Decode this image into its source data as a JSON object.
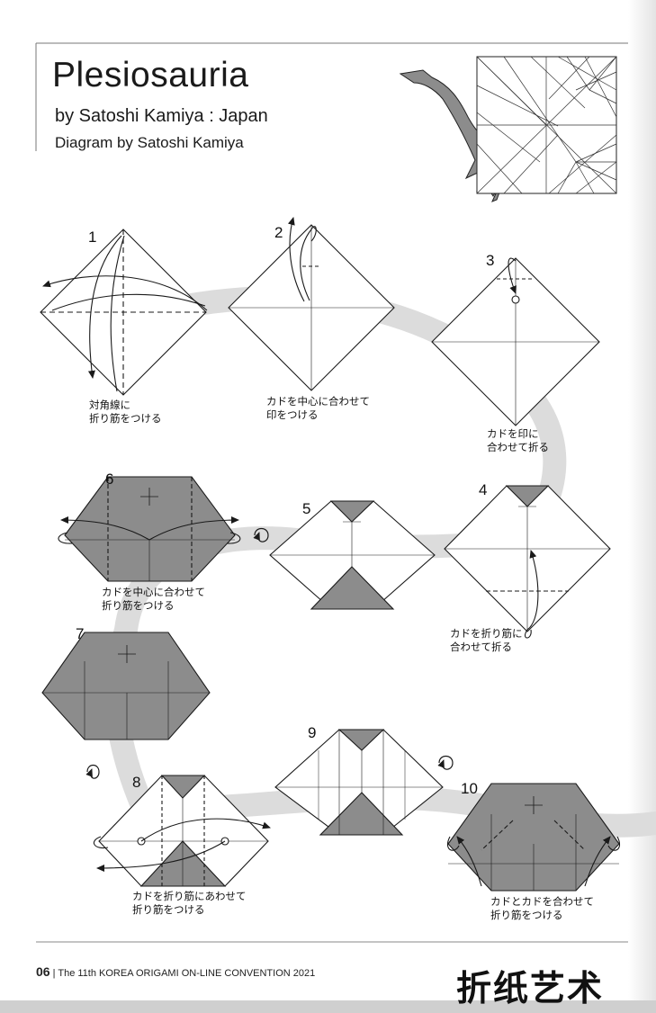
{
  "header": {
    "title": "Plesiosauria",
    "byline": "by Satoshi Kamiya : Japan",
    "credit": "Diagram by Satoshi Kamiya"
  },
  "steps": [
    {
      "number": "1",
      "text_lines": [
        "対角線に",
        "折り筋をつける"
      ]
    },
    {
      "number": "2",
      "text_lines": [
        "カドを中心に合わせて",
        "印をつける"
      ]
    },
    {
      "number": "3",
      "text_lines": [
        "カドを印に",
        "合わせて折る"
      ]
    },
    {
      "number": "4",
      "text_lines": [
        "カドを折り筋に",
        "合わせて折る"
      ]
    },
    {
      "number": "5",
      "text_lines": []
    },
    {
      "number": "6",
      "text_lines": [
        "カドを中心に合わせて",
        "折り筋をつける"
      ]
    },
    {
      "number": "7",
      "text_lines": []
    },
    {
      "number": "8",
      "text_lines": [
        "カドを折り筋にあわせて",
        "折り筋をつける"
      ]
    },
    {
      "number": "9",
      "text_lines": []
    },
    {
      "number": "10",
      "text_lines": [
        "カドとカドを合わせて",
        "折り筋をつける"
      ]
    }
  ],
  "footer": {
    "page_number": "06",
    "text": "| The 11th KOREA ORIGAMI ON-LINE CONVENTION 2021",
    "logo_text": "折纸艺术"
  },
  "colors": {
    "paper_white": "#ffffff",
    "paper_colored": "#8c8c8c",
    "flow_band": "#dcdcdc",
    "line": "#1a1a1a"
  }
}
